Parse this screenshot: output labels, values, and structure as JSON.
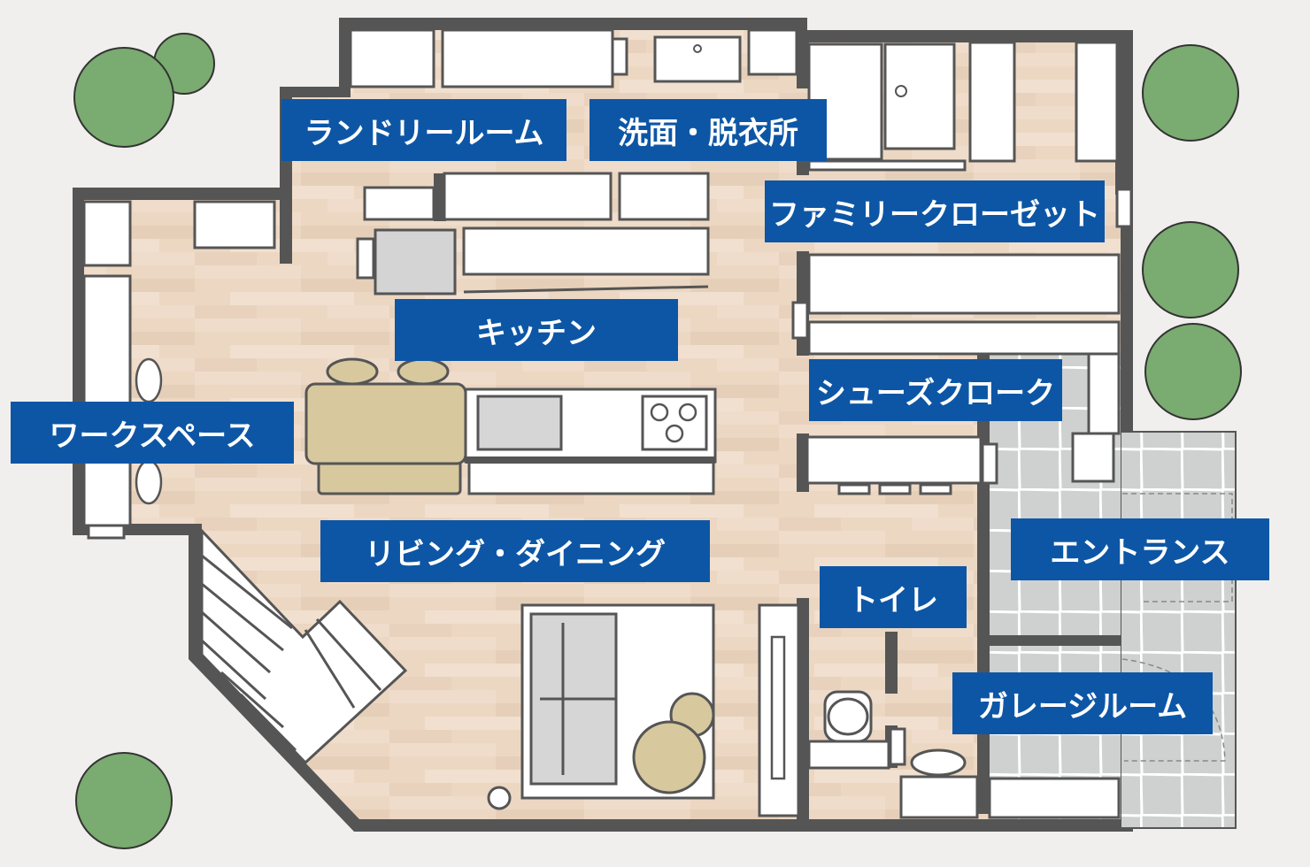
{
  "colors": {
    "background": "#f0efed",
    "wall": "#555555",
    "floor_wood": "#ecd7c2",
    "tile_floor": "#cfd1d1",
    "label_bg": "#0d56a6",
    "label_text": "#ffffff",
    "tree": "#7aab70",
    "table": "#d7c89e"
  },
  "rooms": {
    "laundry": "ランドリールーム",
    "washroom": "洗面・脱衣所",
    "family_closet": "ファミリークローゼット",
    "kitchen": "キッチン",
    "shoes_cloak": "シューズクローク",
    "workspace": "ワークスペース",
    "living_dining": "リビング・ダイニング",
    "toilet": "トイレ",
    "entrance": "エントランス",
    "garage_room": "ガレージルーム"
  }
}
